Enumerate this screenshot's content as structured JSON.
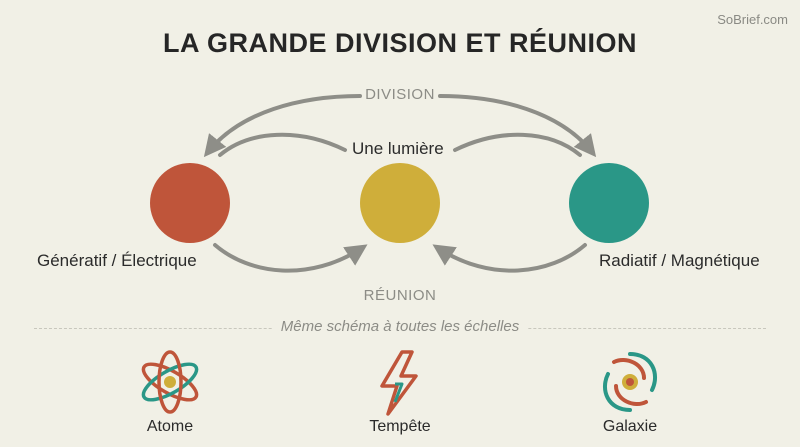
{
  "watermark": "SoBrief.com",
  "title": "LA GRANDE DIVISION ET RÉUNION",
  "flow": {
    "top_label": "DIVISION",
    "bottom_label": "RÉUNION"
  },
  "nodes": [
    {
      "label": "Génératif / Électrique",
      "color": "#bf553a"
    },
    {
      "label": "Une lumière",
      "color": "#cfae3a"
    },
    {
      "label": "Radiatif / Magnétique",
      "color": "#2a9787"
    }
  ],
  "scale_note": "Même schéma à toutes les échelles",
  "examples": [
    {
      "label": "Atome",
      "icon": "atom-icon"
    },
    {
      "label": "Tempête",
      "icon": "lightning-icon"
    },
    {
      "label": "Galaxie",
      "icon": "galaxy-icon"
    }
  ],
  "colors": {
    "background": "#f1f0e6",
    "arrow": "#8e8e88",
    "orange": "#bf553a",
    "yellow": "#cfae3a",
    "teal": "#2a9787"
  }
}
